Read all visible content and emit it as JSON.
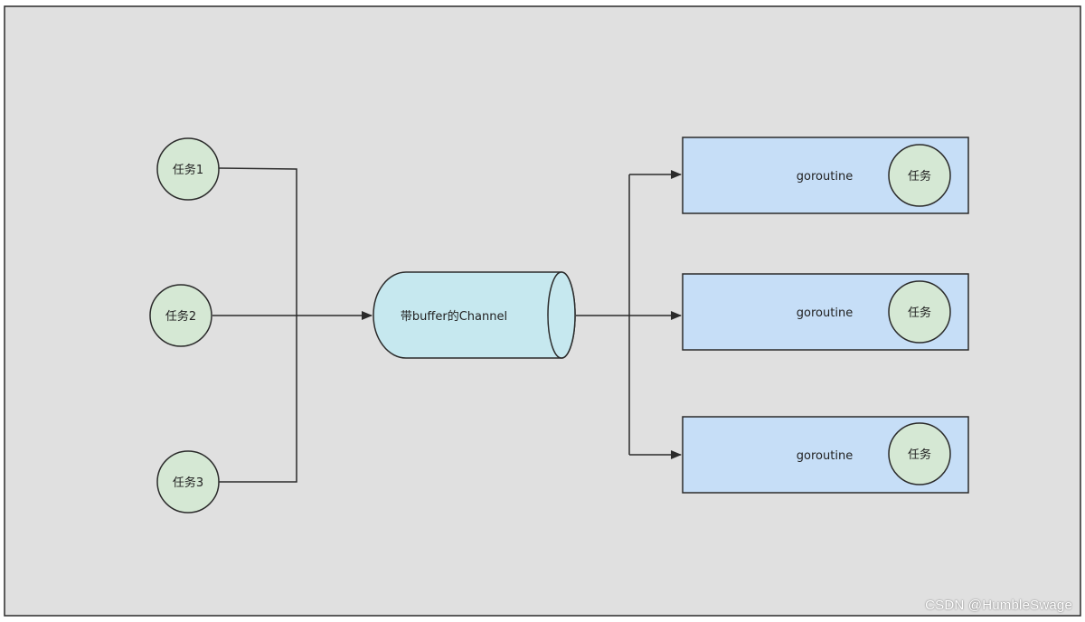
{
  "diagram": {
    "tasks": [
      {
        "label": "任务1"
      },
      {
        "label": "任务2"
      },
      {
        "label": "任务3"
      }
    ],
    "channel": {
      "label": "带buffer的Channel"
    },
    "workers": [
      {
        "label": "goroutine",
        "task_label": "任务"
      },
      {
        "label": "goroutine",
        "task_label": "任务"
      },
      {
        "label": "goroutine",
        "task_label": "任务"
      }
    ]
  },
  "colors": {
    "canvas_bg": "#e0e0e0",
    "task_fill": "#d5e8d4",
    "channel_fill": "#c6e8ef",
    "worker_fill": "#c6def7",
    "stroke": "#2b2b2b"
  },
  "watermark": {
    "text": "CSDN @HumbleSwage"
  }
}
